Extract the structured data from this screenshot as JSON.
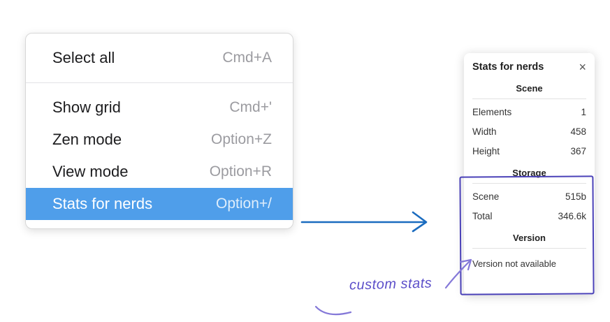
{
  "menu": {
    "items": [
      {
        "label": "Select all",
        "shortcut": "Cmd+A"
      },
      {
        "label": "Show grid",
        "shortcut": "Cmd+'"
      },
      {
        "label": "Zen mode",
        "shortcut": "Option+Z"
      },
      {
        "label": "View mode",
        "shortcut": "Option+R"
      },
      {
        "label": "Stats for nerds",
        "shortcut": "Option+/"
      }
    ]
  },
  "panel": {
    "title": "Stats for nerds",
    "close_glyph": "×",
    "sections": [
      {
        "heading": "Scene",
        "rows": [
          {
            "label": "Elements",
            "value": "1"
          },
          {
            "label": "Width",
            "value": "458"
          },
          {
            "label": "Height",
            "value": "367"
          }
        ]
      },
      {
        "heading": "Storage",
        "rows": [
          {
            "label": "Scene",
            "value": "515b"
          },
          {
            "label": "Total",
            "value": "346.6k"
          }
        ]
      },
      {
        "heading": "Version",
        "rows": []
      }
    ],
    "version_note": "Version not available"
  },
  "annotation": {
    "label": "custom stats"
  },
  "colors": {
    "menu_highlight": "#4f9eea",
    "arrow_blue": "#1b6cbf",
    "annotation_purple": "#5b4ec9",
    "sketch_box": "#4a41b8",
    "arrow_purple": "#8478d8"
  }
}
